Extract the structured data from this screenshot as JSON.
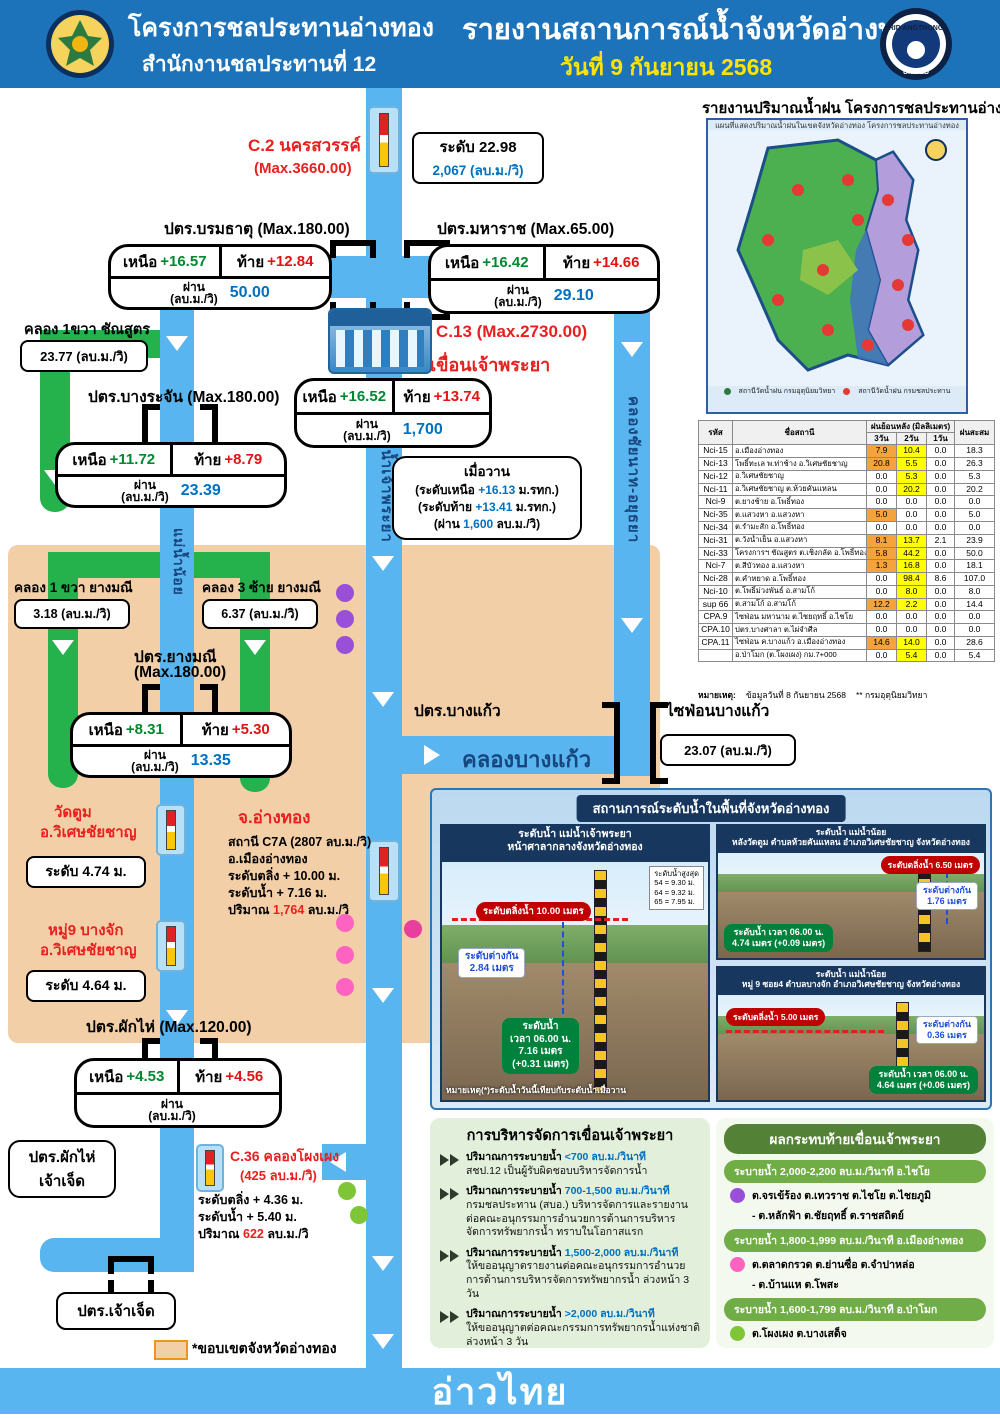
{
  "header": {
    "org_line1": "โครงการชลประทานอ่างทอง",
    "org_line2": "สำนักงานชลประทานที่ 12",
    "title": "รายงานสถานการณ์น้ำจังหวัดอ่างทอง",
    "date": "วันที่ 9 กันยายน 2568",
    "badge_line1": "RID ANGTHONG",
    "badge_line2": "UNITED"
  },
  "labels": {
    "up": "เหนือ",
    "down": "ท้าย",
    "pass": "ผ่าน",
    "unit_paren": "(ลบ.ม./วิ)"
  },
  "c2": {
    "name": "C.2 นครสวรรค์",
    "max": "(Max.3660.00)",
    "level": "ระดับ 22.98",
    "flow": "2,067 (ลบ.ม./วิ)"
  },
  "gates": {
    "boromthat": {
      "title": "ปตร.บรมธาตุ (Max.180.00)",
      "up": "+16.57",
      "down": "+12.84",
      "pass": "50.00"
    },
    "maharat": {
      "title": "ปตร.มหาราช (Max.65.00)",
      "up": "+16.42",
      "down": "+14.66",
      "pass": "29.10"
    },
    "bangrachan": {
      "title": "ปตร.บางระจัน (Max.180.00)",
      "up": "+11.72",
      "down": "+8.79",
      "pass": "23.39"
    },
    "chaophraya_dam": {
      "code": "C.13 (Max.2730.00)",
      "name": "เขื่อนเจ้าพระยา",
      "up": "+16.52",
      "down": "+13.74",
      "pass": "1,700"
    },
    "yangmanee": {
      "title_line1": "ปตร.ยางมณี",
      "title_line2": "(Max.180.00)",
      "up": "+8.31",
      "down": "+5.30",
      "pass": "13.35"
    },
    "phakhai": {
      "title": "ปตร.ผักไห่ (Max.120.00)",
      "up": "+4.53",
      "down": "+4.56",
      "pass": ""
    }
  },
  "yesterday": {
    "title": "เมื่อวาน",
    "line1_pre": "(ระดับเหนือ",
    "line1_val": "+16.13",
    "line1_post": "ม.รทก.)",
    "line2_pre": "(ระดับท้าย",
    "line2_val": "+13.41",
    "line2_post": "ม.รทก.)",
    "line3_pre": "(ผ่าน",
    "line3_val": "1,600",
    "line3_post": "ลบ.ม./วิ)"
  },
  "branches": {
    "chansut_label": "คลอง 1ขวา ชัณสูตร",
    "chansut_flow": "23.77 (ลบ.ม./วิ)",
    "k1_label": "คลอง 1 ขวา ยางมณี",
    "k1_flow": "3.18 (ลบ.ม./วิ)",
    "k3_label": "คลอง 3 ซ้าย ยางมณี",
    "k3_flow": "6.37 (ลบ.ม./วิ)",
    "siphon_label": "ไซฟ่อนบางแก้ว",
    "siphon_flow": "23.07 (ลบ.ม./วิ)",
    "ptr_bangkaew": "ปตร.บางแก้ว",
    "klong_bangkaew": "คลองบางแก้ว"
  },
  "rivers": {
    "chao_phraya": "แม่น้ำเจ้าพระยา",
    "chainat_ayutthaya": "คลองชัยนาท-อยุธยา",
    "noi": "แม่น้ำน้อย"
  },
  "stations": {
    "wat_tum": {
      "name_line1": "วัดตูม",
      "name_line2": "อ.วิเศษชัยชาญ",
      "level": "ระดับ 4.74 ม."
    },
    "mu9": {
      "name_line1": "หมู่9 บางจัก",
      "name_line2": "อ.วิเศษชัยชาญ",
      "level": "ระดับ 4.64 ม."
    },
    "angthong": {
      "name": "จ.อ่างทอง",
      "line1": "สถานี C7A (2807 ลบ.ม./วิ)",
      "line2": "อ.เมืองอ่างทอง",
      "line3": "ระดับตลิ่ง + 10.00 ม.",
      "line4": "ระดับน้ำ + 7.16 ม.",
      "line5_pre": "ปริมาณ",
      "line5_val": "1,764",
      "line5_post": "ลบ.ม./วิ"
    },
    "c36": {
      "name": "C.36 คลองโผงเผง",
      "max": "(425 ลบ.ม./วิ)",
      "line1": "ระดับตลิ่ง + 4.36 ม.",
      "line2": "ระดับน้ำ + 5.40 ม.",
      "line3_pre": "ปริมาณ",
      "line3_val": "622",
      "line3_post": "ลบ.ม./วิ"
    },
    "phakhai_chaochet_line1": "ปตร.ผักไห่",
    "phakhai_chaochet_line2": "เจ้าเจ็ด",
    "chaochet": "ปตร.เจ้าเจ็ด"
  },
  "legend_boundary": "*ขอบเขตจังหวัดอ่างทอง",
  "gulf": "อ่าวไทย",
  "rain": {
    "title": "รายงานปริมาณน้ำฝน โครงการชลประทานอ่างทอง",
    "map_caption": "แผนที่แสดงปริมาณน้ำฝนในเขตจังหวัดอ่างทอง โครงการชลประทานอ่างทอง",
    "legend1": "สถานีวัดน้ำฝน กรมอุตุนิยมวิทยา",
    "legend2": "สถานีวัดน้ำฝน กรมชลประทาน",
    "table": {
      "col_code": "รหัส",
      "col_station": "ชื่อสถานี",
      "col_group": "ฝนย้อนหลัง (มิลลิเมตร)",
      "col_d3": "3วัน",
      "col_d2": "2วัน",
      "col_d1": "1วัน",
      "col_sum": "ฝนสะสม",
      "rows": [
        [
          "Nci-15",
          "อ.เมืองอ่างทอง",
          "7.9",
          "10.4",
          "0.0",
          "18.3"
        ],
        [
          "Nci-13",
          "โพธิ์ทะเล พ.ท่าช้าง อ.วิเศษชัยชาญ",
          "20.8",
          "5.5",
          "0.0",
          "26.3"
        ],
        [
          "Nci-12",
          "อ.วิเศษชัยชาญ",
          "0.0",
          "5.3",
          "0.0",
          "5.3"
        ],
        [
          "Nci-11",
          "อ.วิเศษชัยชาญ ต.ห้วยคันแหลน",
          "0.0",
          "20.2",
          "0.0",
          "20.2"
        ],
        [
          "Nci-9",
          "ต.ยางช้าย อ.โพธิ์ทอง",
          "0.0",
          "0.0",
          "0.0",
          "0.0"
        ],
        [
          "Nci-35",
          "ต.แสวงหา อ.แสวงหา",
          "5.0",
          "0.0",
          "0.0",
          "5.0"
        ],
        [
          "Nci-34",
          "ต.รำมะสัก อ.โพธิ์ทอง",
          "0.0",
          "0.0",
          "0.0",
          "0.0"
        ],
        [
          "Nci-31",
          "ต.วังน้ำเย็น อ.แสวงหา",
          "8.1",
          "13.7",
          "2.1",
          "23.9"
        ],
        [
          "Nci-33",
          "โครงการฯ ชัณสูตร ต.เชิงกลัด อ.โพธิ์ทอง",
          "5.8",
          "44.2",
          "0.0",
          "50.0"
        ],
        [
          "Nci-7",
          "ต.สีบัวทอง อ.แสวงหา",
          "1.3",
          "16.8",
          "0.0",
          "18.1"
        ],
        [
          "Nci-28",
          "ต.คำหยาด อ.โพธิ์ทอง",
          "0.0",
          "98.4",
          "8.6",
          "107.0"
        ],
        [
          "Nci-10",
          "ต.โพธิ์ม่วงพันธ์ อ.สามโก้",
          "0.0",
          "8.0",
          "0.0",
          "8.0"
        ],
        [
          "sup 66",
          "ต.สามโก้ อ.สามโก้",
          "12.2",
          "2.2",
          "0.0",
          "14.4"
        ],
        [
          "CPA.9",
          "ไซฟ่อน มหานาม ต.ไชยฤทธิ์ อ.ไชโย",
          "0.0",
          "0.0",
          "0.0",
          "0.0"
        ],
        [
          "CPA.10",
          "ปตร.บางศาลา ต.ไผ่จำศีล",
          "0.0",
          "0.0",
          "0.0",
          "0.0"
        ],
        [
          "CPA.11",
          "ไซฟ่อน ค.บางแก้ว อ.เมืองอ่างทอง",
          "14.6",
          "14.0",
          "0.0",
          "28.6"
        ],
        [
          "",
          "อ.ป่าโมก (ต.โผงเผง) กม.7+000",
          "0.0",
          "5.4",
          "0.0",
          "5.4"
        ]
      ],
      "note_label": "หมายเหตุ:",
      "note1": "ข้อมูลวันที่  8 กันยายน 2568",
      "note2": "** กรมอุตุนิยมวิทยา"
    }
  },
  "photos": {
    "title": "สถานการณ์ระดับน้ำในพื้นที่จังหวัดอ่างทอง",
    "left": {
      "header1": "ระดับน้ำ แม่น้ำเจ้าพระยา",
      "header2": "หน้าศาลากลางจังหวัดอ่างทอง",
      "peak_title": "ระดับน้ำสูงสุด",
      "peak1": "54 = 9.30 ม.",
      "peak2": "64 = 9.32 ม.",
      "peak3": "65 = 7.95 ม.",
      "bank": "ระดับตลิ่งน้ำ 10.00 เมตร",
      "diff_label": "ระดับต่างกัน",
      "diff_value": "2.84 เมตร",
      "wl1": "ระดับน้ำ",
      "wl2": "เวลา 06.00 น.",
      "wl3": "7.16 เมตร",
      "wl4": "(+0.31 เมตร)",
      "note": "หมายเหตุ(*)ระดับน้ำวันนี้เทียบกับระดับน้ำเมื่อวาน"
    },
    "right_top": {
      "header1": "ระดับน้ำ แม่น้ำน้อย",
      "header2": "หลังวัดตูม ตำบลห้วยคันแหลน อำเภอวิเศษชัยชาญ จังหวัดอ่างทอง",
      "bank": "ระดับตลิ่งน้ำ 6.50 เมตร",
      "diff_label": "ระดับต่างกัน",
      "diff_value": "1.76 เมตร",
      "wl1": "ระดับน้ำ เวลา 06.00 น.",
      "wl2": "4.74 เมตร  (+0.09 เมตร)"
    },
    "right_bottom": {
      "header1": "ระดับน้ำ แม่น้ำน้อย",
      "header2": "หมู่ 9 ซอย4 ตำบลบางจัก อำเภอวิเศษชัยชาญ จังหวัดอ่างทอง",
      "bank": "ระดับตลิ่งน้ำ 5.00 เมตร",
      "diff_label": "ระดับต่างกัน",
      "diff_value": "0.36 เมตร",
      "wl1": "ระดับน้ำ เวลา 06.00 น.",
      "wl2": "4.64 เมตร  (+0.06 เมตร)"
    }
  },
  "management": {
    "title": "การบริหารจัดการเขื่อนเจ้าพระยา",
    "items": [
      {
        "prefix": "ปริมาณการระบายน้ำ",
        "amount": "<700 ลบ.ม./วินาที",
        "desc": "สชป.12 เป็นผู้รับผิดชอบบริหารจัดการน้ำ"
      },
      {
        "prefix": "ปริมาณการระบายน้ำ",
        "amount": "700-1,500 ลบ.ม./วินาที",
        "desc": "กรมชลประทาน (สบอ.) บริหารจัดการและรายงานต่อคณะอนุกรรมการอำนวยการด้านการบริหารจัดการทรัพยากรน้ำ ทราบในโอกาสแรก"
      },
      {
        "prefix": "ปริมาณการระบายน้ำ",
        "amount": "1,500-2,000 ลบ.ม./วินาที",
        "desc": "ให้ขออนุญาตรายงานต่อคณะอนุกรรมการอำนวยการด้านการบริหารจัดการทรัพยากรน้ำ ล่วงหน้า 3 วัน"
      },
      {
        "prefix": "ปริมาณการระบายน้ำ",
        "amount": ">2,000 ลบ.ม./วินาที",
        "desc": "ให้ขออนุญาตต่อคณะกรรมการทรัพยากรน้ำแห่งชาติ ล่วงหน้า 3 วัน"
      }
    ]
  },
  "impact": {
    "title": "ผลกระทบท้ายเขื่อนเจ้าพระยา",
    "groups": [
      {
        "pill": "ระบายน้ำ 2,000-2,200 ลบ.ม./วินาที   อ.ไชโย",
        "dot_color": "#9a4fd8",
        "lines": [
          "ต.จรเข้ร้อง ต.เทวราช ต.ไชโย ต.ไชยภูมิ",
          "- ต.หลักฟ้า ต.ชัยฤทธิ์ ต.ราชสถิตย์"
        ]
      },
      {
        "pill": "ระบายน้ำ 1,800-1,999 ลบ.ม./วินาที   อ.เมืองอ่างทอง",
        "dot_color": "#ff63c1",
        "lines": [
          "ต.ตลาดกรวด ต.ย่านซื่อ ต.จำปาหล่อ",
          "- ต.บ้านแห ต.โพสะ"
        ]
      },
      {
        "pill": "ระบายน้ำ 1,600-1,799 ลบ.ม./วินาที   อ.ป่าโมก",
        "dot_color": "#7ec636",
        "lines": [
          "ต.โผงเผง ต.บางเสด็จ"
        ]
      }
    ]
  },
  "colors": {
    "header_blue": "#1d73ba",
    "river_blue": "#58b5ef",
    "canal_green": "#25b14b",
    "province_tan": "#f3cfa7",
    "accent_red": "#e8201e",
    "value_green": "#00882f",
    "value_blue": "#0070c0",
    "hl_orange": "#f5a33c",
    "hl_yellow": "#ffff00"
  }
}
